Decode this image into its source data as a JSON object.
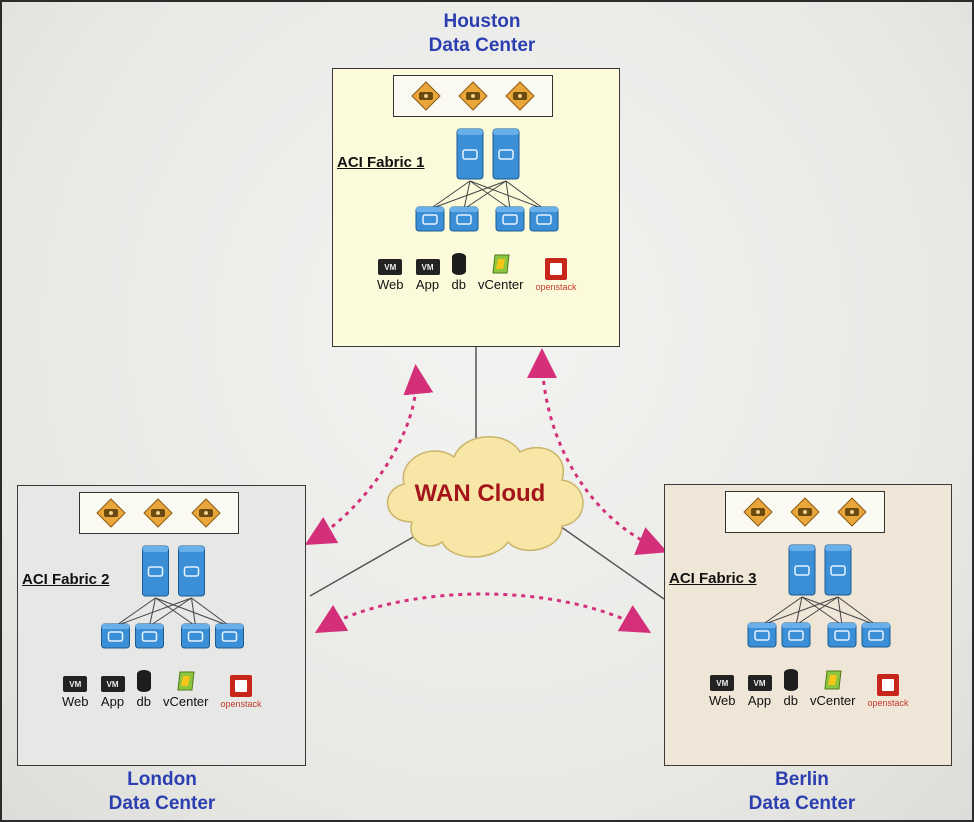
{
  "houston": {
    "title_line1": "Houston",
    "title_line2": "Data Center",
    "fabric": "ACI Fabric 1",
    "bg": "#fbfbdc"
  },
  "london": {
    "title_line1": "London",
    "title_line2": "Data Center",
    "fabric": "ACI Fabric 2",
    "bg": "#e7e8e5"
  },
  "berlin": {
    "title_line1": "Berlin",
    "title_line2": "Data Center",
    "fabric": "ACI Fabric 3",
    "bg": "#efe6d8"
  },
  "wan": {
    "label": "WAN Cloud"
  },
  "endpoints": {
    "web": "Web",
    "app": "App",
    "db": "db",
    "vcenter": "vCenter",
    "openstack": "openstack",
    "vm_badge": "VM"
  },
  "colors": {
    "title": "#2b3fb0",
    "wan_text": "#a3151a",
    "cloud": "#f7e6a6",
    "arrow": "#d4307a",
    "switch": "#3b8fd6"
  },
  "icons": {
    "apic": "apic-controller-icon",
    "spine": "spine-switch-icon",
    "leaf": "leaf-switch-icon",
    "vm": "vm-icon",
    "db": "database-icon",
    "vcenter": "vcenter-icon",
    "openstack": "openstack-icon"
  }
}
